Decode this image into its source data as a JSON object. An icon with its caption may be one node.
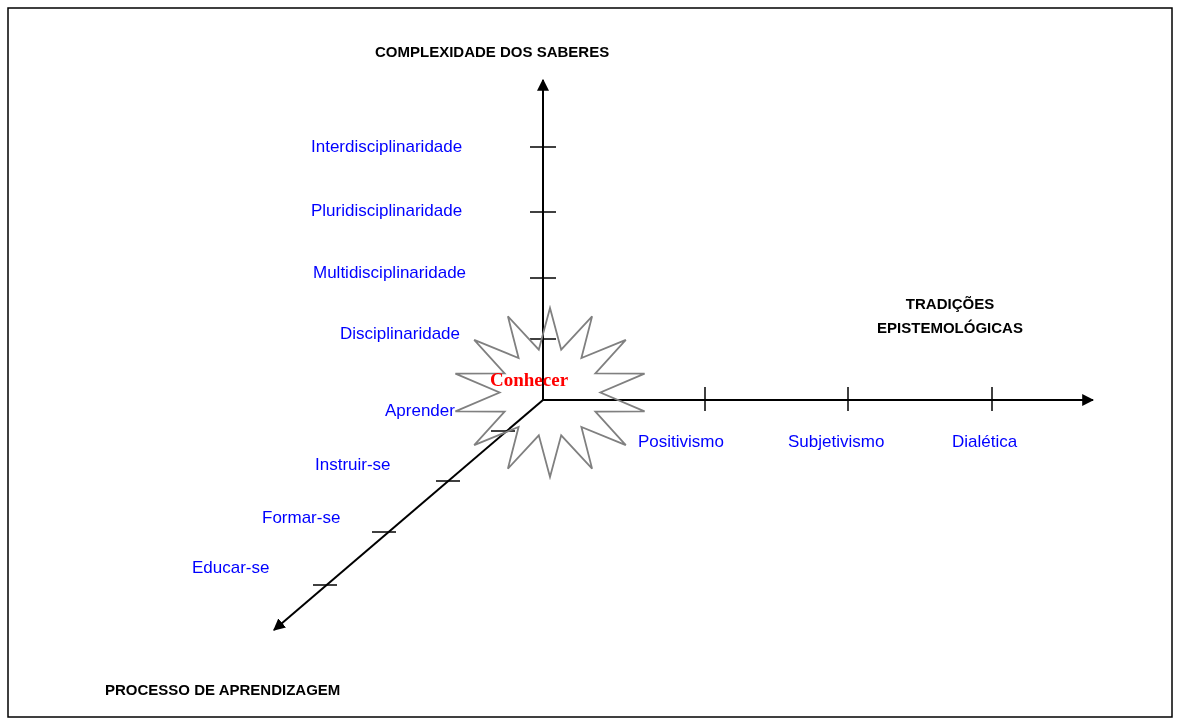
{
  "diagram": {
    "nodes": [
      {
        "text": [
          "Conhecer"
        ]
      }
    ],
    "labels": [
      "COMPLEXIDADE DOS SABERES",
      "Interdisciplinaridade",
      "Pluridisciplinaridade",
      "Multidisciplinaridade",
      "TRADIÇÕES EPISTEMOLÓGICAS",
      "Disciplinaridade",
      "Aprender",
      "Positivismo",
      "Subjetivismo",
      "Dialética",
      "Instruir-se",
      "Formar-se",
      "Educar-se",
      "PROCESSO DE APRENDIZAGEM"
    ]
  }
}
